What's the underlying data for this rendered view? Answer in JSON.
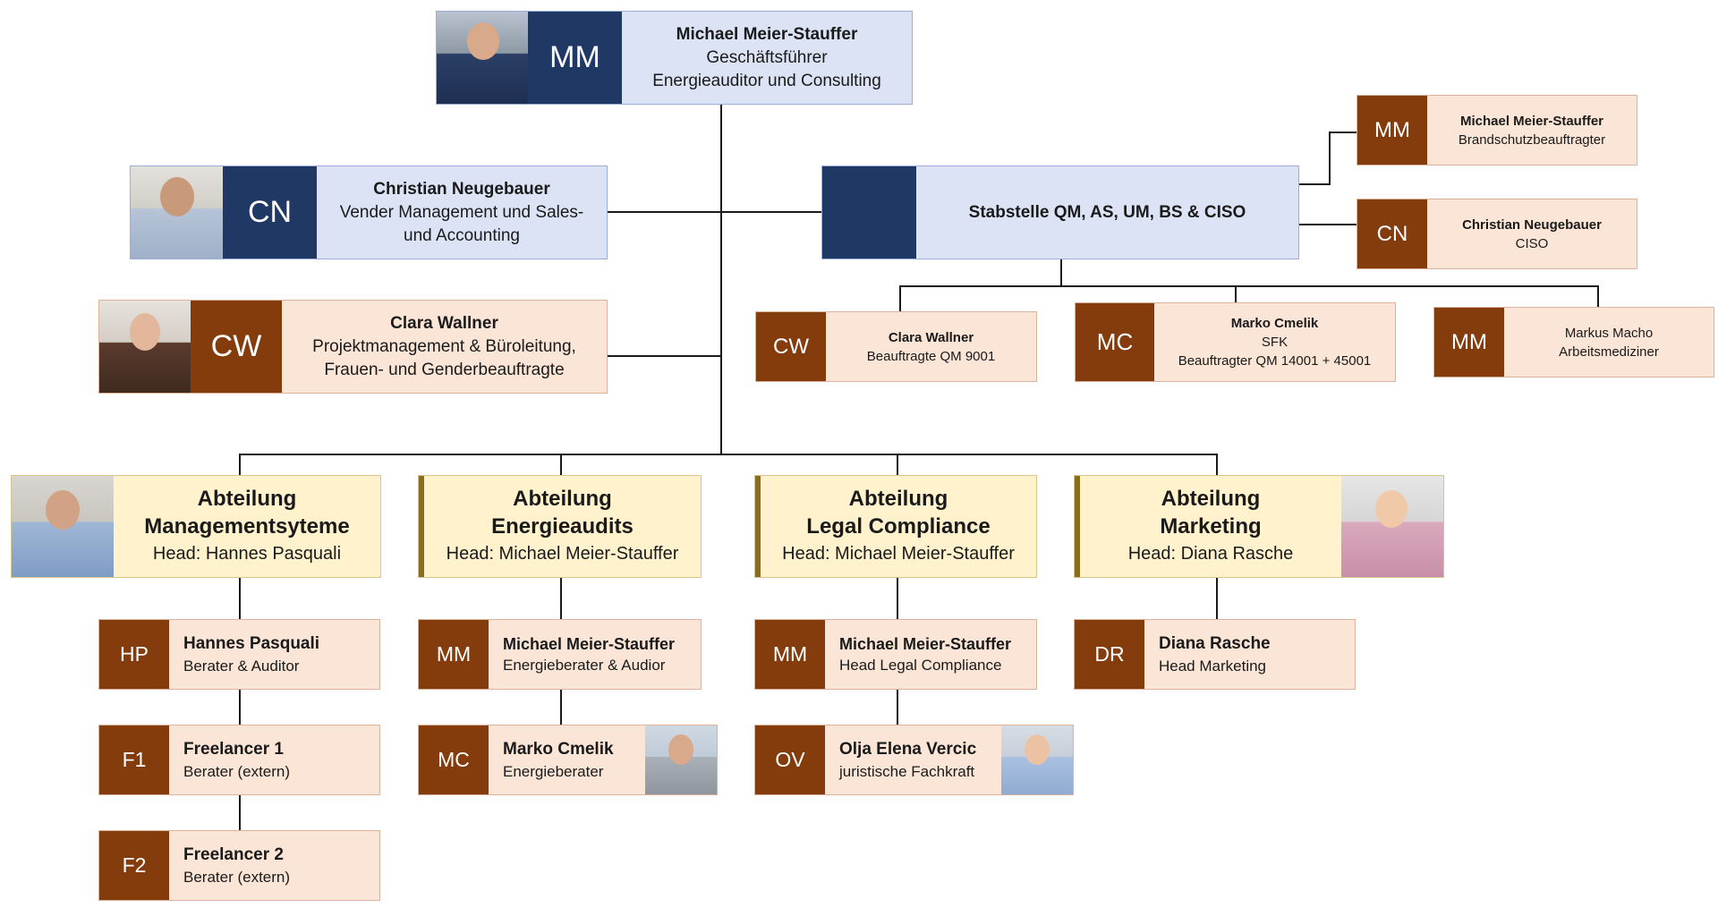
{
  "top": {
    "initials": "MM",
    "name": "Michael Meier-Stauffer",
    "role1": "Geschäftsführer",
    "role2": "Energieauditor und Consulting"
  },
  "staff": [
    {
      "initials": "CN",
      "name": "Christian Neugebauer",
      "role1": "Vender Management und Sales-",
      "role2": "und Accounting"
    },
    {
      "initials": "CW",
      "name": "Clara Wallner",
      "role1": "Projektmanagement & Büroleitung,",
      "role2": "Frauen- und Genderbeauftragte"
    }
  ],
  "stabstelle": {
    "title": "Stabstelle QM, AS, UM, BS & CISO",
    "side": [
      {
        "initials": "MM",
        "name": "Michael Meier-Stauffer",
        "role": "Brandschutzbeauftragter"
      },
      {
        "initials": "CN",
        "name": "Christian Neugebauer",
        "role": "CISO"
      }
    ],
    "sub": [
      {
        "initials": "CW",
        "name": "Clara Wallner",
        "role": "Beauftragte QM 9001"
      },
      {
        "initials": "MC",
        "name": "Marko Cmelik",
        "role": "SFK",
        "role2": "Beauftragter QM 14001 + 45001"
      },
      {
        "initials": "MM",
        "name": "Markus Macho",
        "role": "Arbeitsmediziner"
      }
    ]
  },
  "departments": [
    {
      "line1": "Abteilung",
      "line2": "Managementsyteme",
      "head": "Head: Hannes Pasquali"
    },
    {
      "line1": "Abteilung",
      "line2": "Energieaudits",
      "head": "Head: Michael Meier-Stauffer"
    },
    {
      "line1": "Abteilung",
      "line2": "Legal Compliance",
      "head": "Head: Michael Meier-Stauffer"
    },
    {
      "line1": "Abteilung",
      "line2": "Marketing",
      "head": "Head: Diana Rasche"
    }
  ],
  "members": {
    "d1": [
      {
        "initials": "HP",
        "name": "Hannes Pasquali",
        "role": "Berater & Auditor"
      },
      {
        "initials": "F1",
        "name": "Freelancer 1",
        "role": "Berater (extern)"
      },
      {
        "initials": "F2",
        "name": "Freelancer 2",
        "role": "Berater (extern)"
      }
    ],
    "d2": [
      {
        "initials": "MM",
        "name": "Michael Meier-Stauffer",
        "role": "Energieberater & Audior"
      },
      {
        "initials": "MC",
        "name": "Marko Cmelik",
        "role": "Energieberater"
      }
    ],
    "d3": [
      {
        "initials": "MM",
        "name": "Michael Meier-Stauffer",
        "role": "Head Legal Compliance"
      },
      {
        "initials": "OV",
        "name": "Olja Elena Vercic",
        "role": "juristische Fachkraft"
      }
    ],
    "d4": [
      {
        "initials": "DR",
        "name": "Diana Rasche",
        "role": "Head Marketing"
      }
    ]
  },
  "colors": {
    "navy": "#1f3864",
    "brown": "#843c0c",
    "blue_box": "#dbe3f4",
    "peach_box": "#fbe5d6",
    "yellow_box": "#fff2cc"
  }
}
